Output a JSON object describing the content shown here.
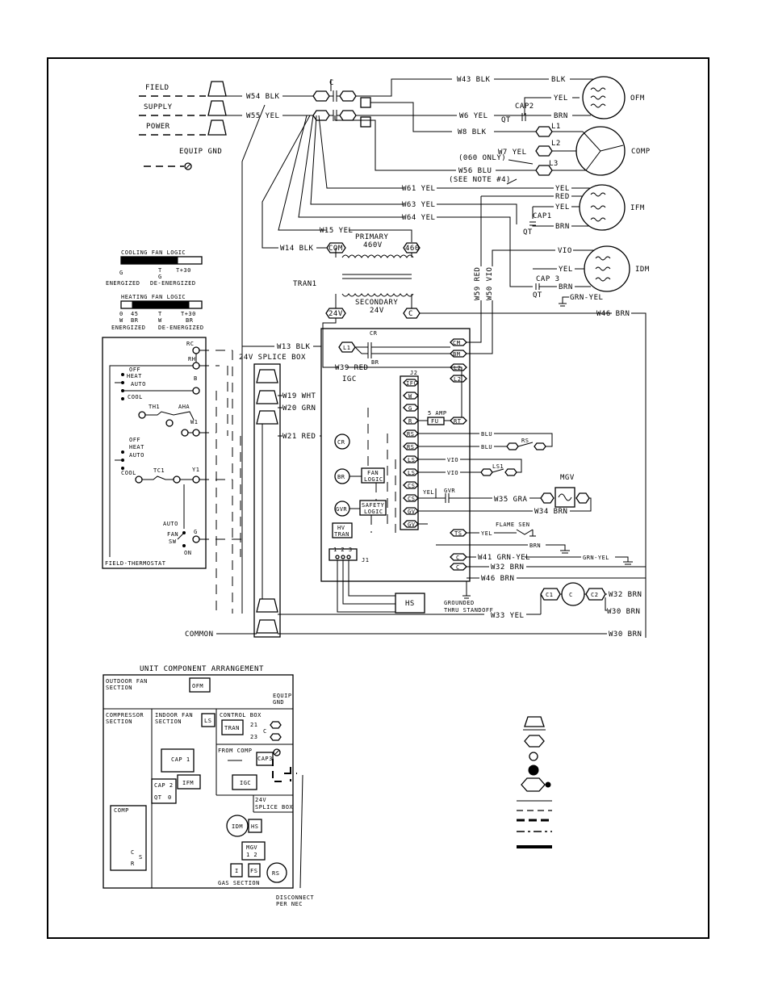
{
  "supply": {
    "l1": "FIELD",
    "l2": "SUPPLY",
    "l3": "POWER",
    "gnd": "EQUIP GND"
  },
  "wires": {
    "w54": "W54 BLK",
    "w55": "W55 YEL",
    "w43": "W43 BLK",
    "w6": "W6 YEL",
    "w8": "W8 BLK",
    "w7": "W7 YEL",
    "w56": "W56 BLU",
    "w61": "W61 YEL",
    "w63": "W63 YEL",
    "w64": "W64 YEL",
    "w15": "W15 YEL",
    "w14": "W14 BLK",
    "w13": "W13 BLK",
    "w39": "W39 RED",
    "w19": "W19 WHT",
    "w20": "W20 GRN",
    "w21": "W21 RED",
    "w35": "W35 GRA",
    "w34": "W34 BRN",
    "w41": "W41 GRN-YEL",
    "w32": "W32 BRN",
    "w46": "W46 BRN",
    "w33": "W33 YEL",
    "w30": "W30 BRN",
    "w59": "W59 RED",
    "w50": "W50 VIO"
  },
  "labels": {
    "c": "C",
    "blk": "BLK",
    "yel": "YEL",
    "brn": "BRN",
    "vio": "VIO",
    "blu": "BLU",
    "red": "RED",
    "grnyel": "GRN-YEL",
    "cap2": "CAP2",
    "cap1": "CAP1",
    "cap3": "CAP 3",
    "qt": "QT",
    "l1": "L1",
    "l2": "L2",
    "l3": "L3",
    "only060": "(060 ONLY)",
    "note4": "(SEE NOTE #4)",
    "primary": "PRIMARY",
    "v460": "460V",
    "com": "COM",
    "t460": "460",
    "tran1": "TRAN1",
    "secondary": "SECONDARY",
    "v24": "24V",
    "t24v": "24V",
    "cterm": "C",
    "splicebox": "24V SPLICE BOX",
    "common": "COMMON",
    "cr": "CR",
    "br": "BR",
    "igc": "IGC",
    "j2": "J2",
    "j1": "J1",
    "amp5": "5 AMP",
    "fu": "FU",
    "rt": "RT",
    "ifc": "IFC",
    "tw": "W",
    "tg": "G",
    "tr": "R",
    "rs": "RS",
    "ls": "LS",
    "cs": "CS",
    "gv": "GV",
    "ts": "TS",
    "fanlogic1": "FAN",
    "fanlogic2": "LOGIC",
    "safety1": "SAFETY",
    "safety2": "LOGIC",
    "hv1": "HV",
    "hv2": "TRAN",
    "gvr": "GVR",
    "hs": "HS",
    "j1pins": "1 2 3",
    "flamesen": "FLAME SEN",
    "grounded": "GROUNDED",
    "standoff": "THRU STANDOFF",
    "mgv": "MGV",
    "r5": "RS",
    "ls1": "LS1",
    "cm": "CM",
    "bm": "BM",
    "l2t": "L2",
    "c1": "C1",
    "c2": "C2",
    "cx": "C"
  },
  "motors": {
    "ofm": "OFM",
    "comp": "COMP",
    "ifm": "IFM",
    "idm": "IDM"
  },
  "fanlogic": {
    "cool_title": "COOLING FAN LOGIC",
    "cool_g": "G",
    "cool_t": "T",
    "cool_t30": "T+30",
    "cool_g2": "G",
    "cool_en": "ENERGIZED",
    "cool_de": "DE-ENERGIZED",
    "heat_title": "HEATING FAN LOGIC",
    "heat_0": "0",
    "heat_45": "45",
    "heat_t": "T",
    "heat_t30": "T+30",
    "heat_w": "W",
    "heat_br": "BR",
    "heat_w2": "W",
    "heat_br2": "BR",
    "heat_en": "ENERGIZED",
    "heat_de": "DE-ENERGIZED"
  },
  "thermostat": {
    "rc": "RC",
    "rh": "RH",
    "off": "OFF",
    "heat": "HEAT",
    "auto": "AUTO",
    "cool": "COOL",
    "b": "B",
    "th1": "TH1",
    "aha": "AHA",
    "w1": "W1",
    "off2": "OFF",
    "heat2": "HEAT",
    "auto2": "AUTO",
    "cool2": "COOL",
    "tc1": "TC1",
    "y1": "Y1",
    "auto3": "AUTO",
    "fan": "FAN",
    "sw": "SW",
    "on": "ON",
    "g": "G",
    "title": "FIELD-THERMOSTAT"
  },
  "arrangement": {
    "title": "UNIT COMPONENT ARRANGEMENT",
    "outdoor1": "OUTDOOR FAN",
    "outdoor2": "SECTION",
    "ofm": "OFM",
    "equip1": "EQUIP",
    "equip2": "GND",
    "comp1": "COMPRESSOR",
    "comp2": "SECTION",
    "indoor1": "INDOOR FAN",
    "indoor2": "SECTION",
    "ls": "LS",
    "controlbox": "CONTROL BOX",
    "tran": "TRAN",
    "n21": "21",
    "n23": "23",
    "c": "C",
    "fromcomp": "FROM COMP",
    "cap3": "CAP3",
    "cap1": "CAP 1",
    "ifm": "IFM",
    "igc": "IGC",
    "cap2": "CAP 2",
    "qt": "QT",
    "o": "0",
    "splice1": "24V",
    "splice2": "SPLICE BOX",
    "compbox": "COMP",
    "cc": "C",
    "s": "S",
    "r": "R",
    "idm": "IDM",
    "hs": "HS",
    "mgv": "MGV",
    "mgv12": "1  2",
    "i": "I",
    "fs": "FS",
    "rs": "RS",
    "gas": "GAS SECTION",
    "disc1": "DISCONNECT",
    "disc2": "PER NEC"
  }
}
